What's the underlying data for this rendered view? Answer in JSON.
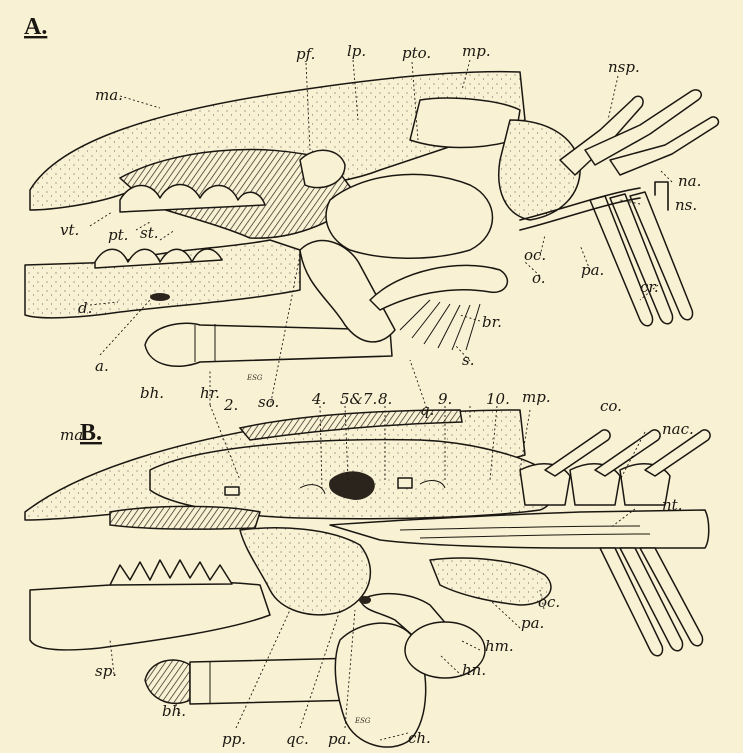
{
  "panels": [
    {
      "id": "A",
      "heading": "A.",
      "signature": "ESG",
      "labels": [
        "pf.",
        "lp.",
        "pto.",
        "mp.",
        "nsp.",
        "ma.",
        "na.",
        "ns.",
        "vt.",
        "pt.",
        "st.",
        "oc.",
        "o.",
        "pa.",
        "br.",
        "cr.",
        "d.",
        "s.",
        "q.",
        "a.",
        "bh.",
        "hr.",
        "so."
      ]
    },
    {
      "id": "B",
      "heading": "B.",
      "signature": "ESG",
      "labels": [
        "2.",
        "4.",
        "5&7.",
        "8.",
        "9.",
        "10.",
        "mp.",
        "co.",
        "ma.",
        "nac.",
        "nt.",
        "oc.",
        "pa.",
        "hm.",
        "hn.",
        "sp.",
        "bh.",
        "pp.",
        "qc.",
        "pa.",
        "ch."
      ]
    }
  ],
  "colors": {
    "paper": "#f9f1d3",
    "ink": "#1a1712"
  }
}
